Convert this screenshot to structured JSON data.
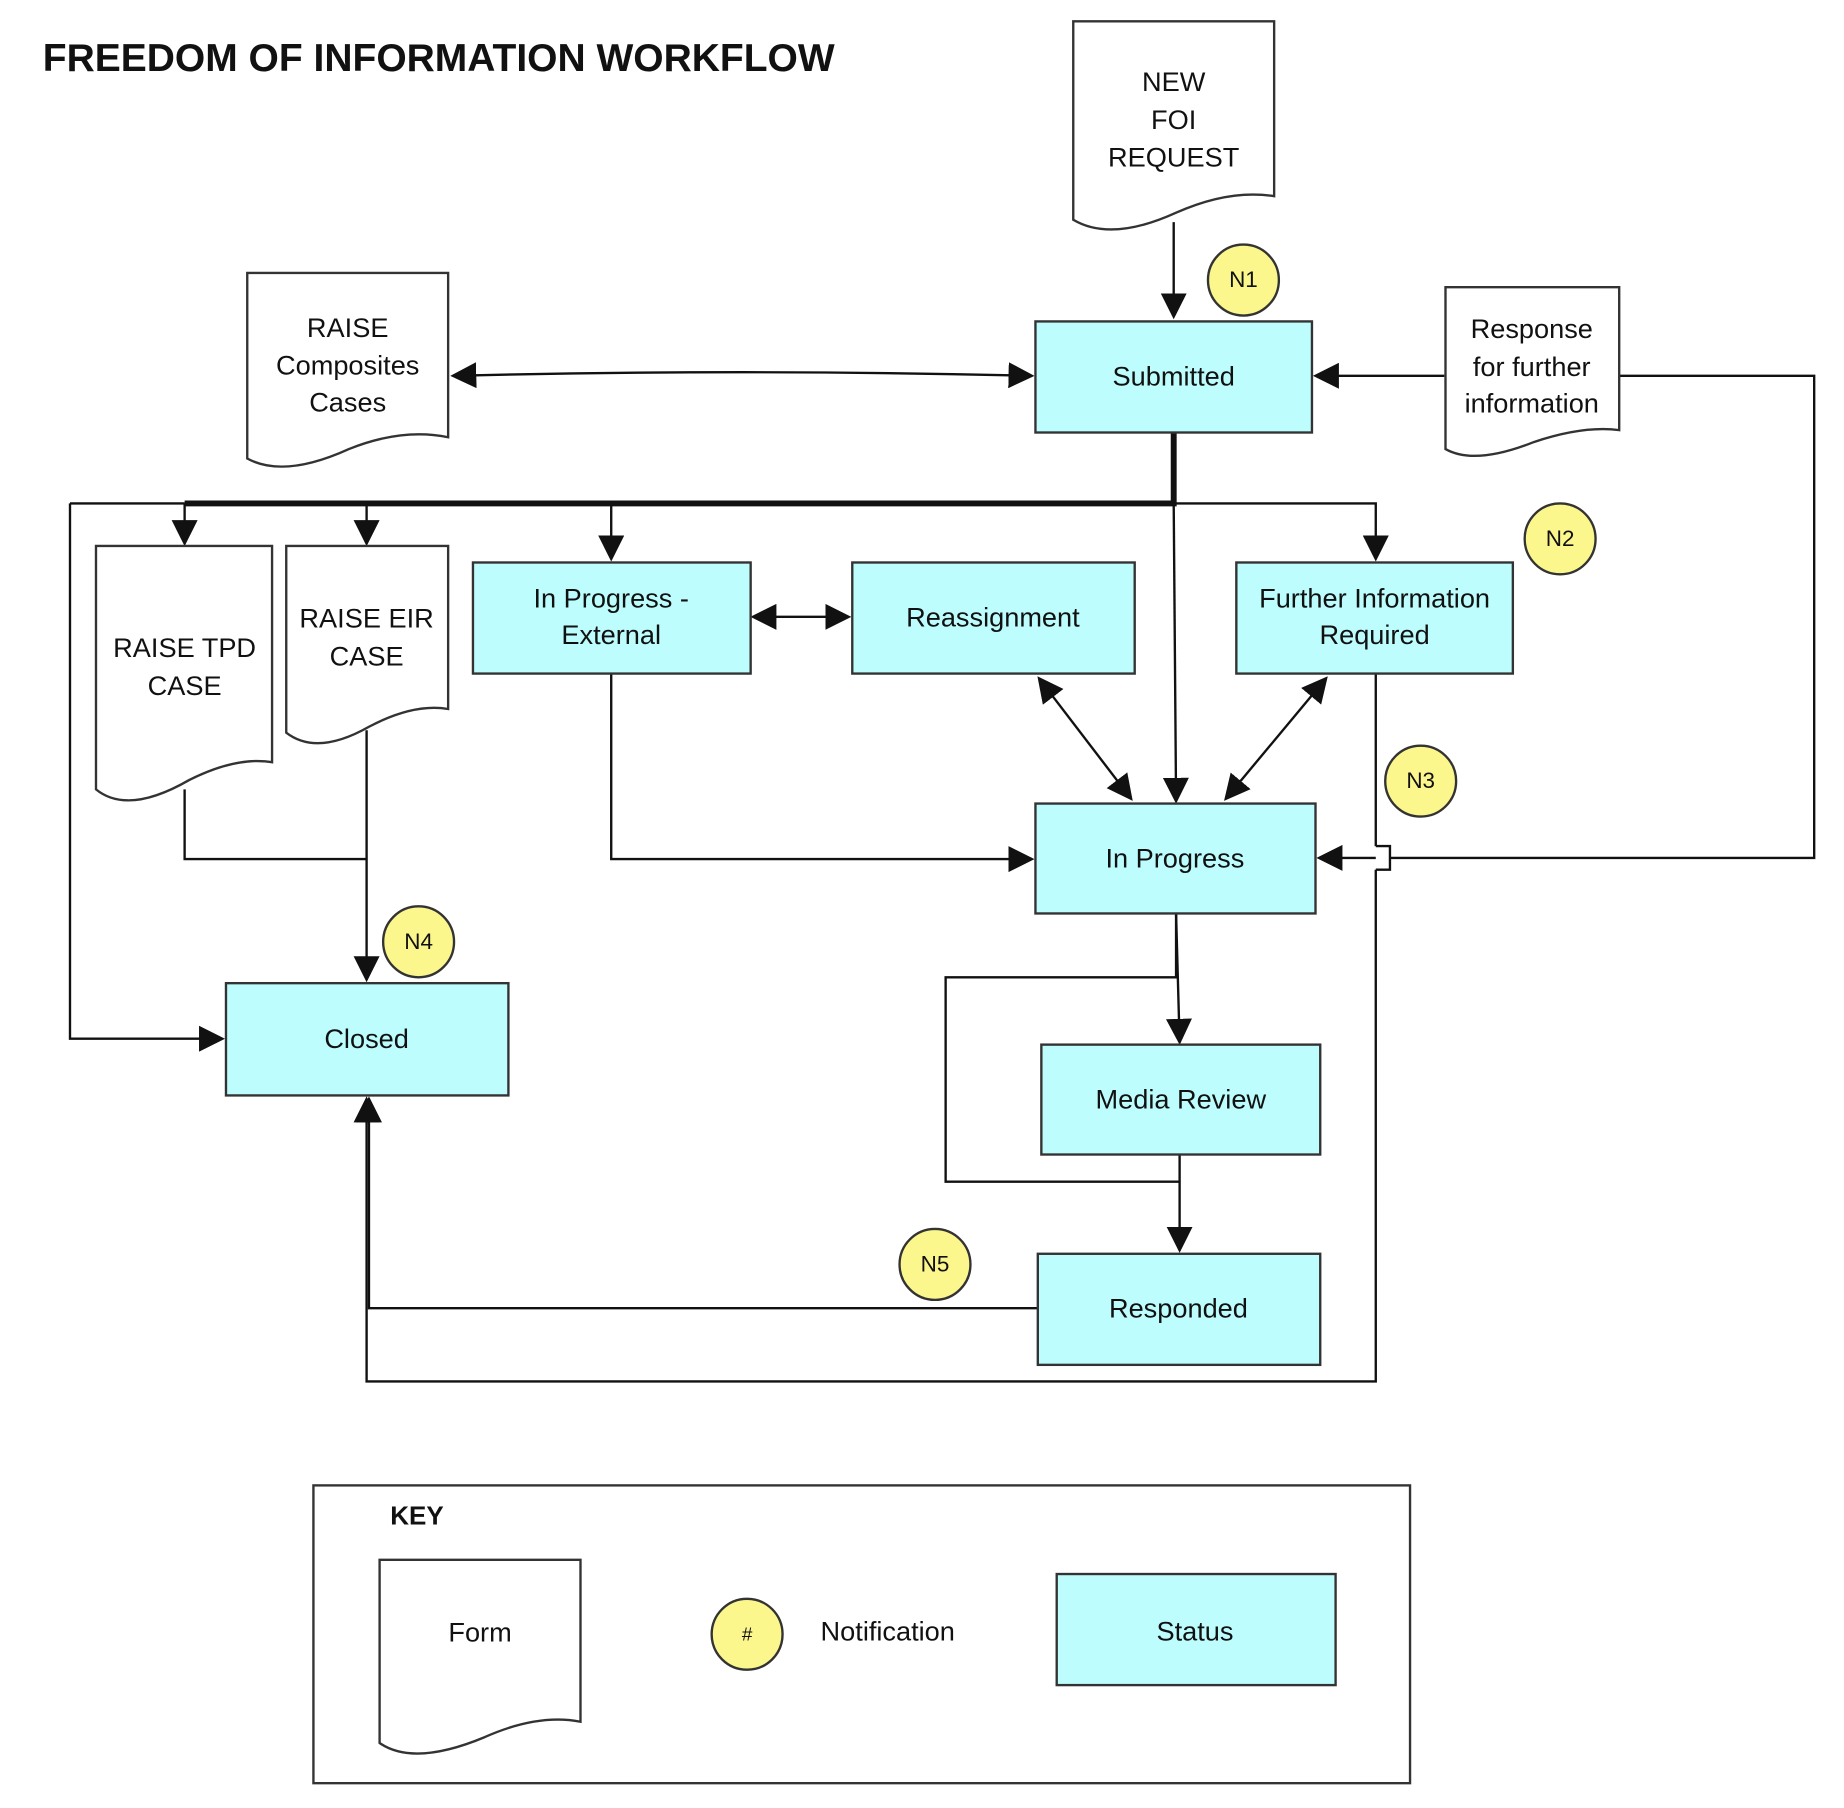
{
  "title": "FREEDOM OF INFORMATION WORKFLOW",
  "colors": {
    "status": "#bdfdfd",
    "notification": "#fcf78c",
    "line": "#111111"
  },
  "forms": {
    "new_foi": [
      "NEW",
      "FOI",
      "REQUEST"
    ],
    "composites": [
      "RAISE",
      "Composites",
      "Cases"
    ],
    "response": [
      "Response",
      "for further",
      "information"
    ],
    "tpd": [
      "RAISE TPD",
      "CASE"
    ],
    "eir": [
      "RAISE EIR",
      "CASE"
    ]
  },
  "statuses": {
    "submitted": [
      "Submitted"
    ],
    "in_progress_external": [
      "In Progress -",
      "External"
    ],
    "reassignment": [
      "Reassignment"
    ],
    "further_info": [
      "Further Information",
      "Required"
    ],
    "in_progress": [
      "In Progress"
    ],
    "closed": [
      "Closed"
    ],
    "media_review": [
      "Media Review"
    ],
    "responded": [
      "Responded"
    ]
  },
  "notifications": {
    "n1": "N1",
    "n2": "N2",
    "n3": "N3",
    "n4": "N4",
    "n5": "N5"
  },
  "key": {
    "title": "KEY",
    "form": "Form",
    "notification_symbol": "#",
    "notification": "Notification",
    "status": "Status"
  }
}
